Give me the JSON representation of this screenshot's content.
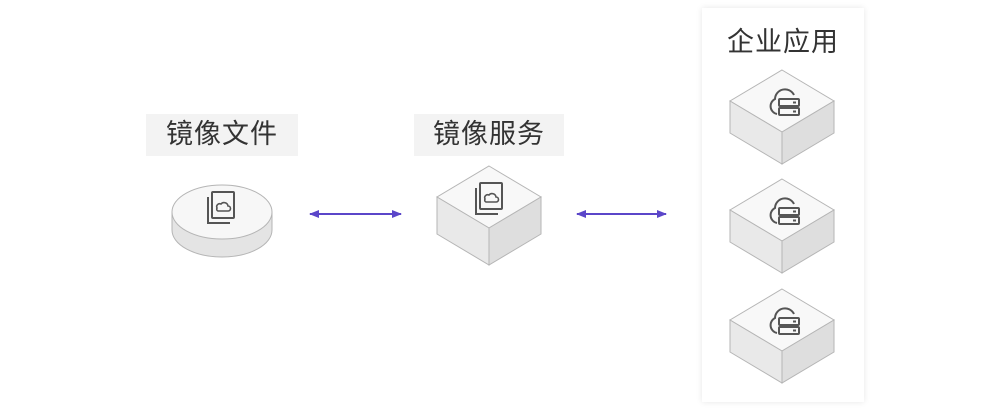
{
  "nodes": {
    "image_file": {
      "label": "镜像文件",
      "icon": "image-stack-icon"
    },
    "image_service": {
      "label": "镜像服务",
      "icon": "image-stack-icon"
    },
    "enterprise_apps": {
      "label": "企业应用",
      "items": [
        {
          "icon": "cloud-server-icon"
        },
        {
          "icon": "cloud-server-icon"
        },
        {
          "icon": "cloud-server-icon"
        }
      ]
    }
  },
  "colors": {
    "arrow": "#5b46c9",
    "block_top": "#f7f7f7",
    "block_side": "#e6e6e6",
    "block_stroke": "#b5b5b5",
    "icon": "#555555",
    "label_bg": "#f3f3f3"
  }
}
